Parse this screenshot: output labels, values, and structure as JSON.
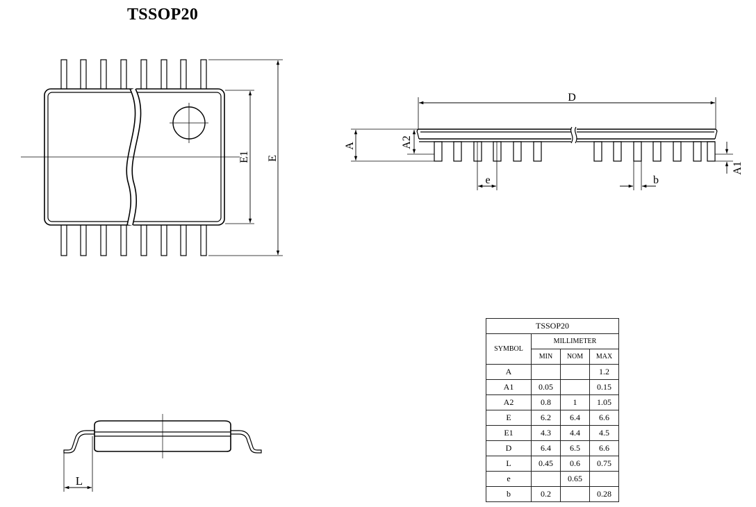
{
  "title": "TSSOP20",
  "labels": {
    "E1": "E1",
    "E": "E",
    "D": "D",
    "A": "A",
    "A2": "A2",
    "A1": "A1",
    "e": "e",
    "b": "b",
    "L": "L"
  },
  "table": {
    "caption": "TSSOP20",
    "symbol_header": "SYMBOL",
    "unit_header": "MILLIMETER",
    "columns": [
      "MIN",
      "NOM",
      "MAX"
    ],
    "rows": [
      {
        "symbol": "A",
        "min": "",
        "nom": "",
        "max": "1.2"
      },
      {
        "symbol": "A1",
        "min": "0.05",
        "nom": "",
        "max": "0.15"
      },
      {
        "symbol": "A2",
        "min": "0.8",
        "nom": "1",
        "max": "1.05"
      },
      {
        "symbol": "E",
        "min": "6.2",
        "nom": "6.4",
        "max": "6.6"
      },
      {
        "symbol": "E1",
        "min": "4.3",
        "nom": "4.4",
        "max": "4.5"
      },
      {
        "symbol": "D",
        "min": "6.4",
        "nom": "6.5",
        "max": "6.6"
      },
      {
        "symbol": "L",
        "min": "0.45",
        "nom": "0.6",
        "max": "0.75"
      },
      {
        "symbol": "e",
        "min": "",
        "nom": "0.65",
        "max": ""
      },
      {
        "symbol": "b",
        "min": "0.2",
        "nom": "",
        "max": "0.28"
      }
    ]
  }
}
